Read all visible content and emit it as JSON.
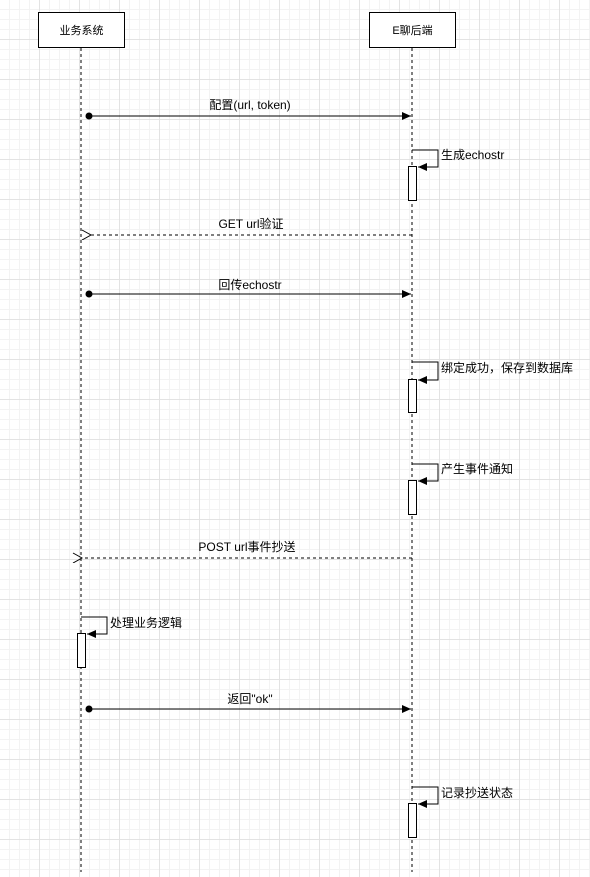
{
  "participants": {
    "business": "业务系统",
    "backend": "E聊后端"
  },
  "messages": {
    "config": "配置(url, token)",
    "generate": "生成echostr",
    "get_verify": "GET url验证",
    "return_echo": "回传echostr",
    "bind_success": "绑定成功，保存到数据库",
    "event_notify": "产生事件通知",
    "post_event": "POST url事件抄送",
    "process_logic": "处理业务逻辑",
    "return_ok": "返回\"ok\"",
    "record_status": "记录抄送状态"
  }
}
